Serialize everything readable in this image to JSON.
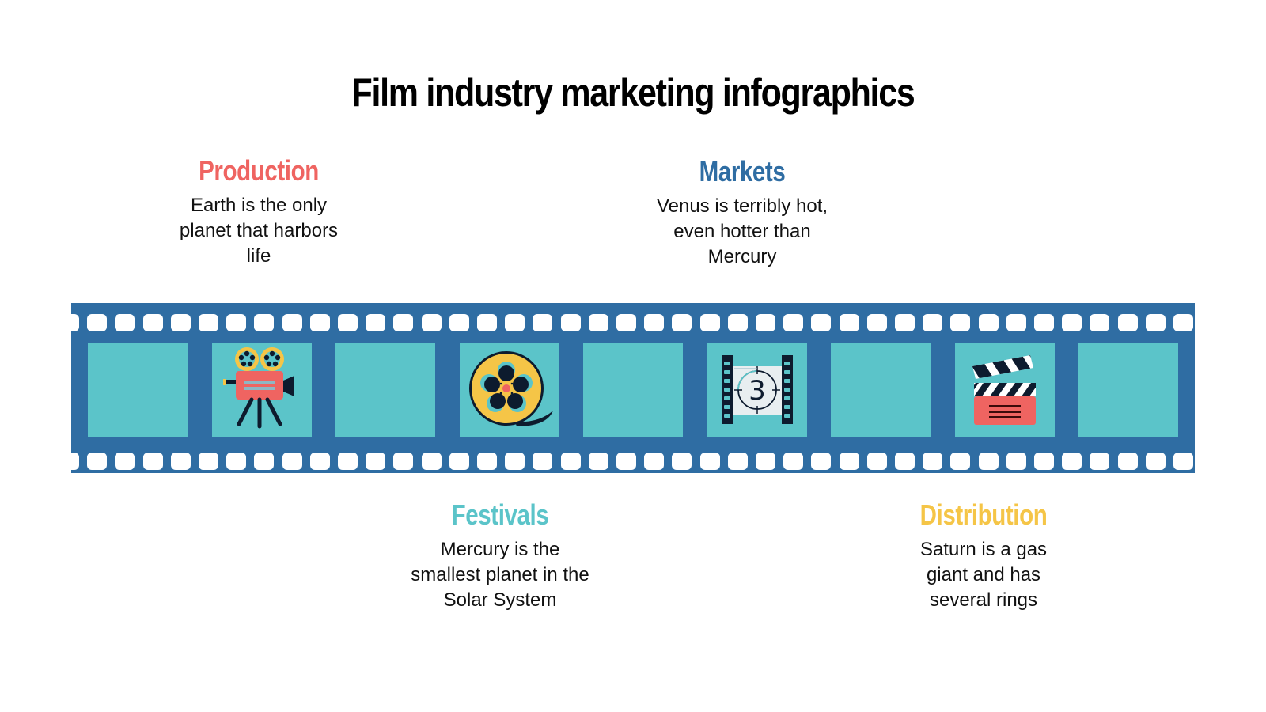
{
  "title": "Film industry marketing infographics",
  "colors": {
    "strip": "#2f6da3",
    "frame": "#5bc4c9",
    "production": "#ef6461",
    "markets": "#2f6da3",
    "festivals": "#5bc4c9",
    "distribution": "#f5c547",
    "navy": "#0d1b2e"
  },
  "sections": {
    "production": {
      "heading": "Production",
      "body": "Earth is the only planet that harbors life",
      "icon": "film-projector-icon"
    },
    "markets": {
      "heading": "Markets",
      "body": "Venus is terribly hot, even hotter than Mercury",
      "icon": "film-countdown-icon"
    },
    "festivals": {
      "heading": "Festivals",
      "body": "Mercury is the smallest planet in the Solar System",
      "icon": "film-reel-icon"
    },
    "distribution": {
      "heading": "Distribution",
      "body": "Saturn is a gas giant and has several rings",
      "icon": "clapperboard-icon"
    }
  },
  "film_strip": {
    "frame_count": 9,
    "countdown_number": "3"
  }
}
